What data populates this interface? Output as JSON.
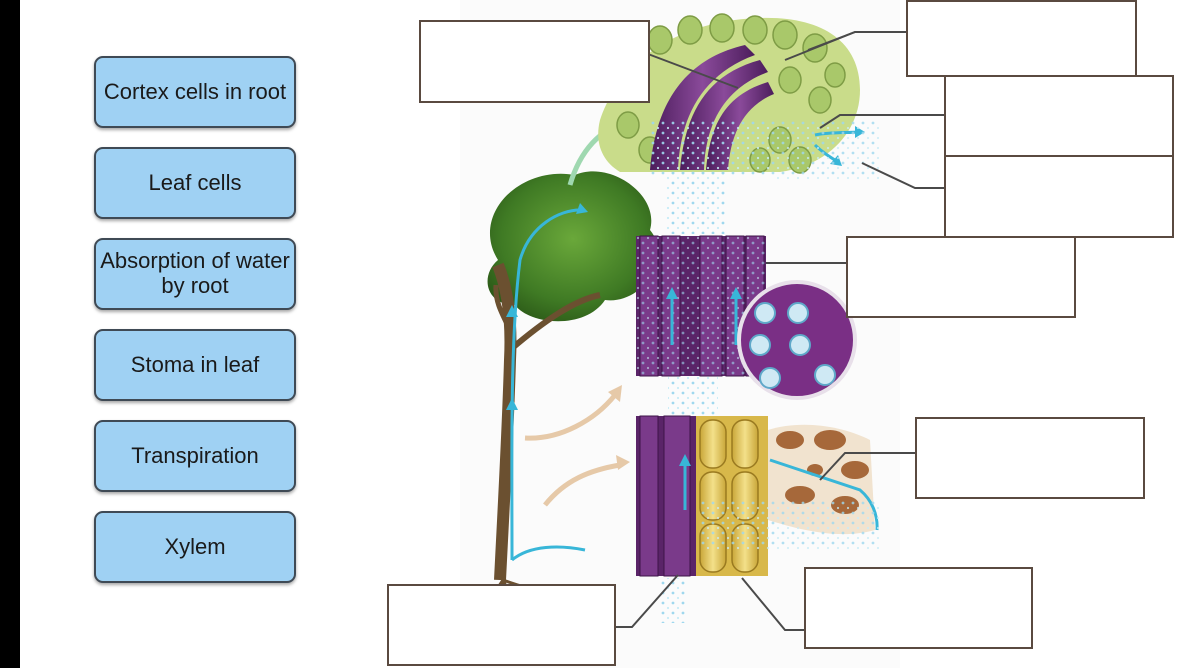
{
  "terms": [
    {
      "label": "Cortex cells in root"
    },
    {
      "label": "Leaf cells"
    },
    {
      "label": "Absorption of water by root"
    },
    {
      "label": "Stoma in leaf"
    },
    {
      "label": "Transpiration"
    },
    {
      "label": "Xylem"
    }
  ],
  "line_color": "#4a4a4a",
  "colors": {
    "term_fill": "#9fd1f3",
    "xylem_purple": "#6b2f78",
    "leaf_green": "#a9c86a",
    "cortex_yellow": "#e6cf6a",
    "arrow_blue": "#38b6d8",
    "soil_brown": "#a6683a"
  }
}
